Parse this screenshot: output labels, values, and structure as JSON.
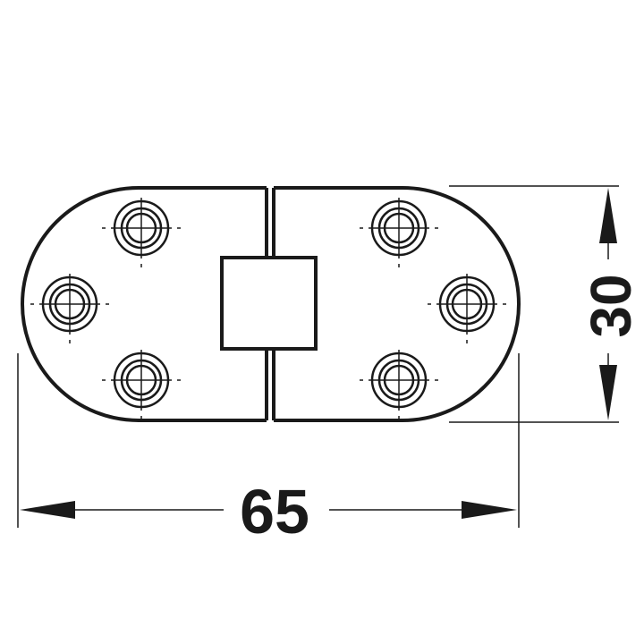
{
  "drawing": {
    "subject": "flap hinge",
    "line_color": "#1a1a1a",
    "background": "#ffffff",
    "dimensions": {
      "width_label": "65",
      "height_label": "30"
    },
    "screw_holes": {
      "left_leaf": 3,
      "right_leaf": 3
    }
  }
}
